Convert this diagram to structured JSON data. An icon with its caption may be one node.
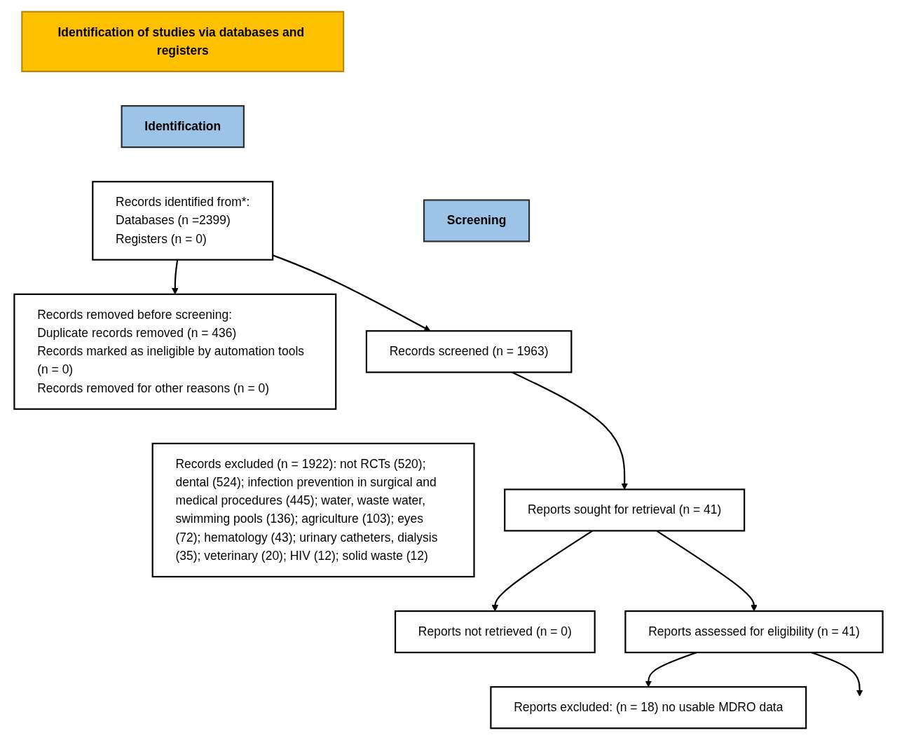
{
  "diagram": {
    "nodes": [
      {
        "text": [
          "Identification of studies via databases and registers"
        ]
      },
      {
        "text": [
          "Identification"
        ]
      },
      {
        "text": [
          "Records identified from*:",
          "Databases (n =2399)",
          "Registers (n = 0)"
        ]
      },
      {
        "text": [
          "Records removed before screening:",
          "Duplicate records removed (n = 436)",
          "Records marked as ineligible by automation tools (n = 0)",
          "Records removed for other reasons (n = 0)"
        ]
      },
      {
        "text": [
          "Screening"
        ]
      },
      {
        "text": [
          "Records screened (n = 1963)"
        ]
      },
      {
        "text": [
          "Records excluded (n = 1922): not RCTs (520); dental (524); infection prevention in surgical and medical procedures (445); water, waste water, swimming pools (136); agriculture (103); eyes (72); hematology (43); urinary catheters, dialysis (35); veterinary (20); HIV (12); solid waste (12)"
        ]
      },
      {
        "text": [
          "Reports sought for retrieval (n = 41)"
        ]
      },
      {
        "text": [
          "Reports not retrieved (n = 0)"
        ]
      },
      {
        "text": [
          "Reports assessed for eligibility (n = 41)"
        ]
      },
      {
        "text": [
          "Reports excluded: (n = 18) no usable MDRO data"
        ]
      }
    ],
    "edges": [
      {
        "from": 2,
        "to": 3,
        "arrow": "to"
      },
      {
        "from": 2,
        "to": 5,
        "arrow": "to"
      },
      {
        "from": 5,
        "to": 7,
        "arrow": "to"
      },
      {
        "from": 7,
        "to": 8,
        "arrow": "to"
      },
      {
        "from": 7,
        "to": 9,
        "arrow": "to"
      },
      {
        "from": 9,
        "to": 10,
        "arrow": "to"
      },
      {
        "from": 9,
        "to": null,
        "arrow": "to"
      }
    ]
  }
}
